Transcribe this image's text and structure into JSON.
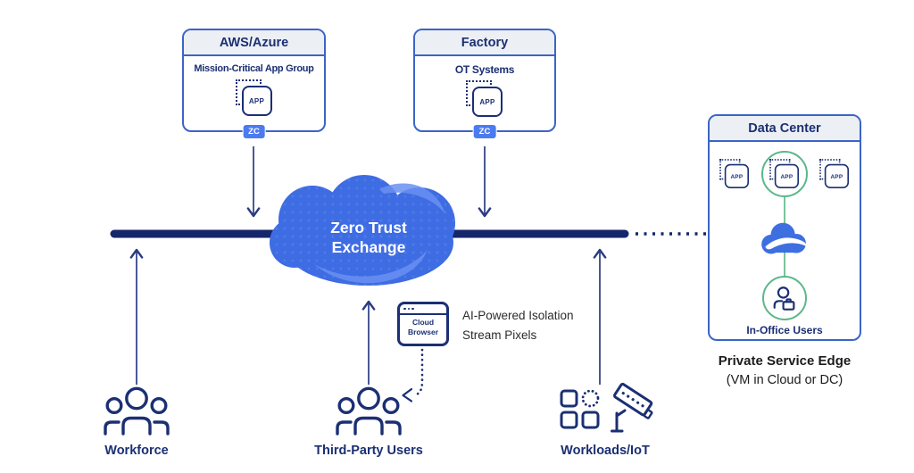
{
  "aws": {
    "title": "AWS/Azure",
    "subtitle": "Mission-Critical App Group",
    "badge": "ZC"
  },
  "factory": {
    "title": "Factory",
    "subtitle": "OT Systems",
    "badge": "ZC"
  },
  "cloud": {
    "line1": "Zero Trust",
    "line2": "Exchange"
  },
  "dc": {
    "title": "Data Center",
    "in_office_label": "In-Office Users"
  },
  "pse": {
    "title": "Private Service Edge",
    "subtitle": "(VM in Cloud or DC)"
  },
  "browser": {
    "label": "Cloud Browser"
  },
  "isolation": {
    "line1": "AI-Powered Isolation",
    "line2": "Stream Pixels"
  },
  "endpoints": {
    "workforce": "Workforce",
    "third_party": "Third-Party Users",
    "workloads": "Workloads/IoT"
  },
  "icons": {
    "app": "APP"
  },
  "colors": {
    "navy": "#1B2F73",
    "line_navy": "#15266B",
    "cloud_blue": "#3E6CE3",
    "badge_blue": "#4B7BF0",
    "green": "#5CB78A",
    "panel_border": "#3C64C6",
    "header_bg": "#ECEFF4",
    "dark_text": "#2B2B2B"
  }
}
